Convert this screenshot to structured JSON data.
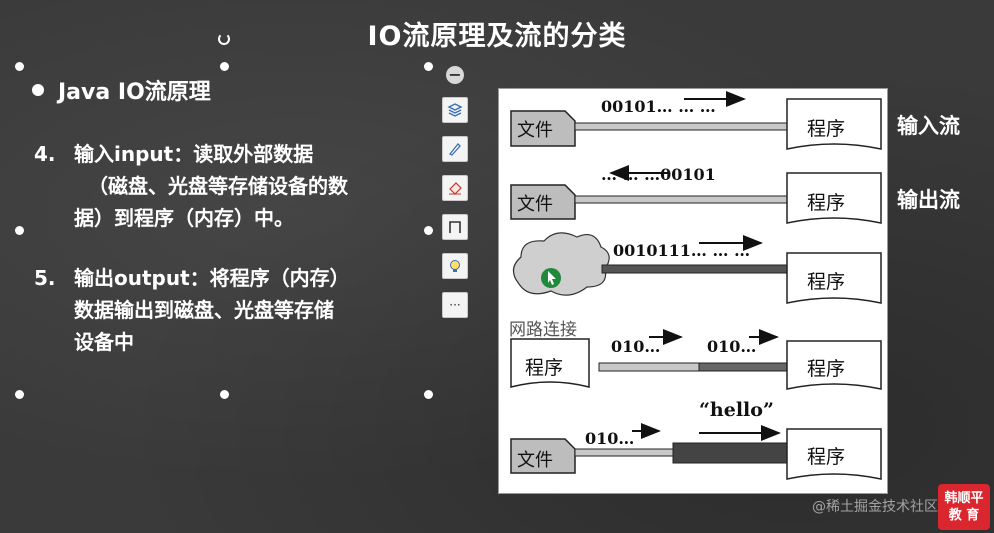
{
  "slide": {
    "title": "IO流原理及流的分类",
    "bullet": "Java IO流原理",
    "items": [
      {
        "num": "4.",
        "lines": [
          "输入input：读取外部数据",
          "（磁盘、光盘等存储设备的数",
          "据）到程序（内存）中。"
        ]
      },
      {
        "num": "5.",
        "lines": [
          "输出output：将程序（内存）",
          "数据输出到磁盘、光盘等存储",
          "设备中"
        ]
      }
    ]
  },
  "toolbar": {
    "buttons": [
      "layers-icon",
      "pen-icon",
      "eraser-icon",
      "crop-icon",
      "bulb-icon",
      "more-icon"
    ],
    "more_label": "···"
  },
  "diagram": {
    "file_label": "文件",
    "program_label": "程序",
    "network_label": "网路连接",
    "rows": [
      {
        "text": "00101… … …"
      },
      {
        "text": "… … …00101"
      },
      {
        "text": "0010111… … …"
      },
      {
        "text_a": "010…",
        "text_b": "010…"
      },
      {
        "text_a": "010…",
        "text_b": "“hello”"
      }
    ]
  },
  "side_labels": {
    "input": "输入流",
    "output": "输出流"
  },
  "watermark": "@稀土掘金技术社区",
  "logo": {
    "line1": "韩顺平",
    "line2": "教 育"
  },
  "colors": {
    "background": "#3a3a3a",
    "accent": "#d9262f",
    "cursor": "#1e8a3a"
  }
}
